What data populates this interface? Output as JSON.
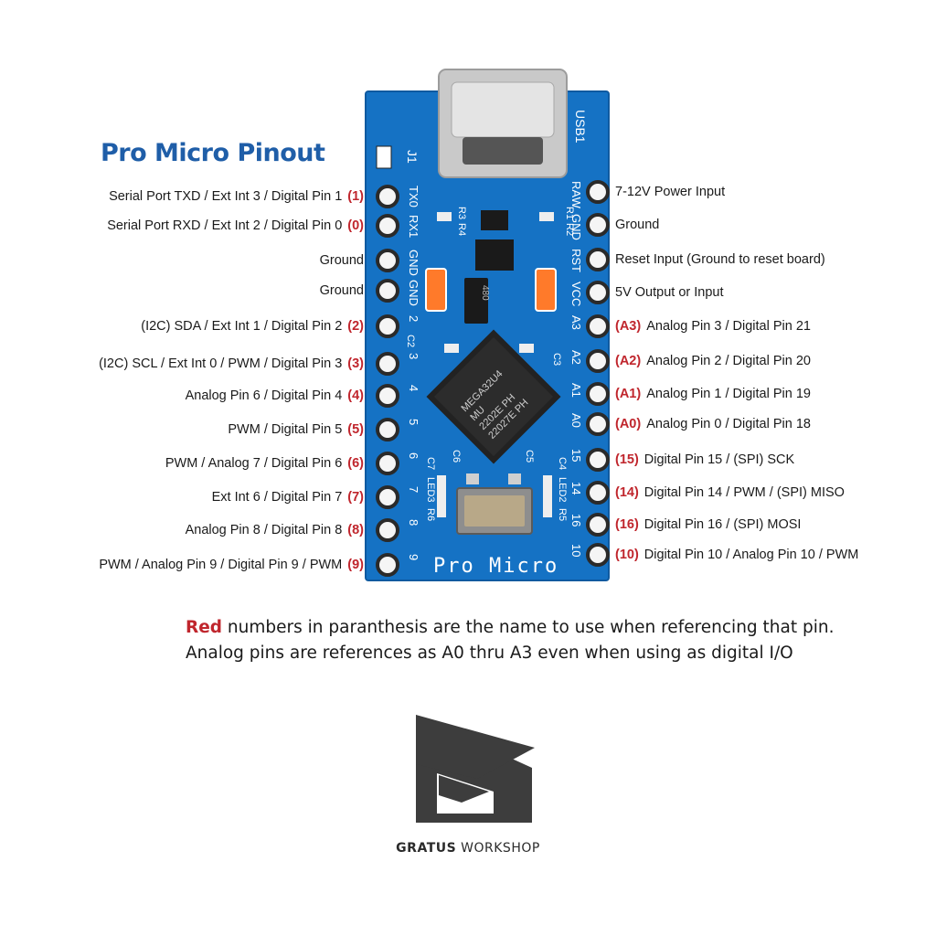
{
  "title": "Pro Micro Pinout",
  "colors": {
    "board": "#1572c4",
    "pin_id": "#c0262d",
    "title": "#1f5ea8",
    "led": "#ff7a2a"
  },
  "left_pins": [
    {
      "label": "Serial Port TXD / Ext Int 3 / Digital Pin 1",
      "id": "(1)",
      "silk": "TX0"
    },
    {
      "label": "Serial Port RXD / Ext Int 2 / Digital Pin 0",
      "id": "(0)",
      "silk": "RX1"
    },
    {
      "label": "Ground",
      "id": "",
      "silk": "GND"
    },
    {
      "label": "Ground",
      "id": "",
      "silk": "GND"
    },
    {
      "label": "(I2C) SDA / Ext Int 1 / Digital Pin 2",
      "id": "(2)",
      "silk": "2"
    },
    {
      "label": "(I2C) SCL / Ext Int 0 / PWM / Digital Pin 3",
      "id": "(3)",
      "silk": "3"
    },
    {
      "label": "Analog Pin 6 / Digital Pin 4",
      "id": "(4)",
      "silk": "4"
    },
    {
      "label": "PWM / Digital Pin 5",
      "id": "(5)",
      "silk": "5"
    },
    {
      "label": "PWM / Analog 7 / Digital Pin 6",
      "id": "(6)",
      "silk": "6"
    },
    {
      "label": "Ext Int 6 / Digital Pin 7",
      "id": "(7)",
      "silk": "7"
    },
    {
      "label": "Analog Pin 8 / Digital Pin 8",
      "id": "(8)",
      "silk": "8"
    },
    {
      "label": "PWM / Analog Pin 9 / Digital Pin 9 / PWM",
      "id": "(9)",
      "silk": "9"
    }
  ],
  "right_pins": [
    {
      "label": "7-12V Power Input",
      "id": "",
      "silk": "RAW"
    },
    {
      "label": "Ground",
      "id": "",
      "silk": "GND"
    },
    {
      "label": "Reset Input (Ground to reset board)",
      "id": "",
      "silk": "RST"
    },
    {
      "label": "5V Output or Input",
      "id": "",
      "silk": "VCC"
    },
    {
      "label": "Analog Pin 3 / Digital Pin 21",
      "id": "(A3)",
      "silk": "A3"
    },
    {
      "label": "Analog Pin 2 / Digital Pin 20",
      "id": "(A2)",
      "silk": "A2"
    },
    {
      "label": "Analog Pin 1 / Digital Pin 19",
      "id": "(A1)",
      "silk": "A1"
    },
    {
      "label": "Analog Pin 0 / Digital Pin 18",
      "id": "(A0)",
      "silk": "A0"
    },
    {
      "label": "Digital Pin 15 / (SPI) SCK",
      "id": "(15)",
      "silk": "15"
    },
    {
      "label": "Digital Pin 14 / PWM / (SPI) MISO",
      "id": "(14)",
      "silk": "14"
    },
    {
      "label": "Digital Pin 16 / (SPI) MOSI",
      "id": "(16)",
      "silk": "16"
    },
    {
      "label": "Digital Pin 10 / Analog Pin 10 / PWM",
      "id": "(10)",
      "silk": "10"
    }
  ],
  "board": {
    "name": "Pro Micro",
    "usb_label": "USB1",
    "j1_label": "J1",
    "chip_lines": [
      "MEGA32U4",
      "MU",
      "2202E PH",
      "22027E PH"
    ],
    "silk": {
      "r3": "R3",
      "r4": "R4",
      "r1": "R1",
      "r2": "R2",
      "c2": "C2",
      "c3": "C3",
      "c5": "C5",
      "c6": "C6",
      "c7": "C7",
      "c4": "C4",
      "led3": "LED3",
      "led2": "LED2",
      "r6": "R6",
      "r5": "R5",
      "c480": "480"
    }
  },
  "note": {
    "red_word": "Red",
    "line1_rest": " numbers in paranthesis are the name to use when referencing that pin.",
    "line2": "Analog pins are references as A0 thru A3 even when using as digital I/O"
  },
  "brand": {
    "bold": "GRATUS",
    "rest": "WORKSHOP",
    "logo_icon": "gratus-logo-icon"
  }
}
